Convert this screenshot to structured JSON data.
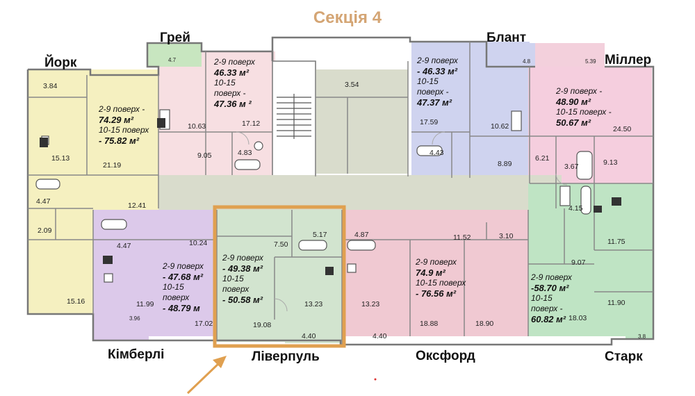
{
  "section_title": "Секція 4",
  "colors": {
    "title": "#d4a574",
    "highlight": "#e0a050",
    "york": "#f5f0c0",
    "grey": "#f7dfe2",
    "blunt": "#cfd3ef",
    "miller": "#f5cede",
    "kimberley": "#dcc9ea",
    "liverpool": "#d2e4cf",
    "oxford": "#f0c9d2",
    "stark": "#bfe4c4",
    "common": "#d9dccc",
    "stairs": "#ffffff",
    "wall": "#777777"
  },
  "apartments": [
    {
      "id": "york",
      "name": "Йорк",
      "lines": [
        "2-9 поверх -",
        "74.29 м²",
        "10-15 поверх",
        "- 75.82 м²"
      ]
    },
    {
      "id": "grey",
      "name": "Грей",
      "lines": [
        "2-9 поверх",
        "46.33 м²",
        "10-15",
        "поверх -",
        "47.36 м ²"
      ]
    },
    {
      "id": "blunt",
      "name": "Блант",
      "lines": [
        "2-9 поверх",
        "- 46.33 м²",
        "10-15",
        "поверх -",
        "47.37 м²"
      ]
    },
    {
      "id": "miller",
      "name": "Міллер",
      "lines": [
        "2-9 поверх -",
        "48.90 м²",
        "10-15 поверх -",
        "50.67 м²"
      ]
    },
    {
      "id": "kimberley",
      "name": "Кімберлі",
      "lines": [
        "2-9 поверх",
        "- 47.68 м²",
        "10-15",
        "поверх",
        "- 48.79 м"
      ]
    },
    {
      "id": "liverpool",
      "name": "Ліверпуль",
      "lines": [
        "2-9 поверх",
        "- 49.38 м²",
        "10-15",
        "поверх",
        "- 50.58 м²"
      ]
    },
    {
      "id": "oxford",
      "name": "Оксфорд",
      "lines": [
        "2-9 поверх",
        "74.9 м²",
        "10-15 поверх",
        "- 76.56 м²"
      ]
    },
    {
      "id": "stark",
      "name": "Старк",
      "lines": [
        "2-9 поверх",
        "-58.70 м²",
        "10-15",
        "поверх -",
        "60.82 м²"
      ]
    }
  ],
  "room_areas": [
    "3.84",
    "15.13",
    "21.19",
    "4.47",
    "12.41",
    "2.09",
    "15.16",
    "4.7",
    "10.63",
    "9.05",
    "17.12",
    "4.83",
    "3.54",
    "17.59",
    "4.43",
    "10.62",
    "8.89",
    "4.8",
    "5.39",
    "24.50",
    "6.21",
    "3.67",
    "9.13",
    "4.15",
    "11.75",
    "4.47",
    "10.24",
    "11.99",
    "17.02",
    "3.96",
    "7.50",
    "5.17",
    "19.08",
    "13.23",
    "4.40",
    "4.87",
    "13.23",
    "4.40",
    "11.52",
    "3.10",
    "18.88",
    "18.90",
    "9.07",
    "18.03",
    "11.90",
    "3.8"
  ]
}
